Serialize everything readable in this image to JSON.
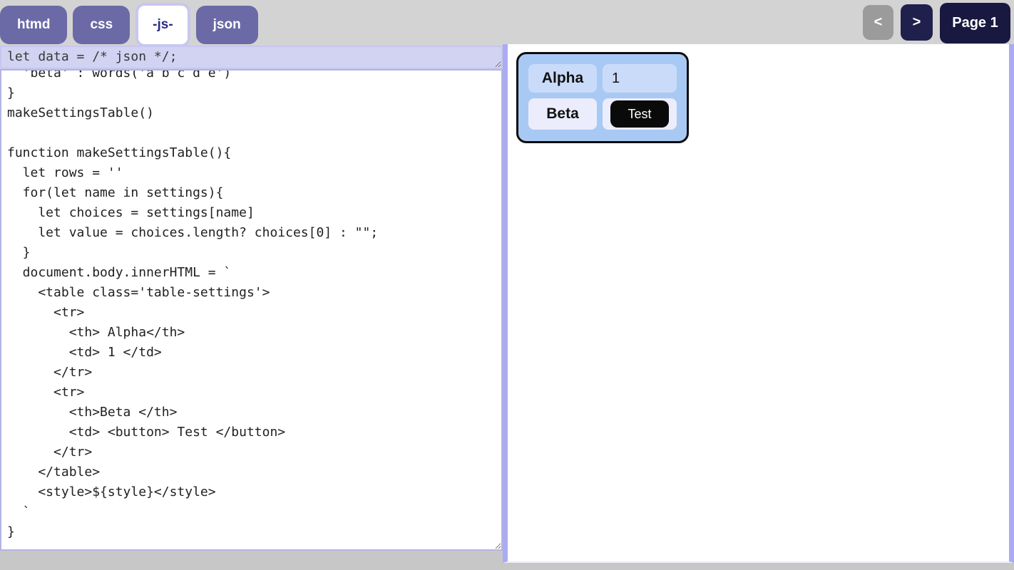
{
  "tabs": [
    {
      "label": "htmd",
      "active": false
    },
    {
      "label": "css",
      "active": false
    },
    {
      "label": "-js-",
      "active": true
    },
    {
      "label": "json",
      "active": false
    }
  ],
  "pager": {
    "prev": "<",
    "next": ">",
    "page": "Page 1"
  },
  "editor": {
    "data_line": "let data = /* json */;",
    "code_lines": [
      "  'beta' : words('a b c d e')",
      "}",
      "makeSettingsTable()",
      "",
      "function makeSettingsTable(){",
      "  let rows = ''",
      "  for(let name in settings){",
      "    let choices = settings[name]",
      "    let value = choices.length? choices[0] : \"\";",
      "  }",
      "  document.body.innerHTML = `",
      "    <table class='table-settings'>",
      "      <tr>",
      "        <th> Alpha</th>",
      "        <td> 1 </td>",
      "      </tr>",
      "      <tr>",
      "        <th>Beta </th>",
      "        <td> <button> Test </button>",
      "      </tr>",
      "    </table>",
      "    <style>${style}</style>",
      "  `",
      "}"
    ]
  },
  "preview": {
    "rows": [
      {
        "name": "Alpha",
        "value": "1",
        "kind": "text"
      },
      {
        "name": "Beta",
        "value": "Test",
        "kind": "button"
      }
    ]
  },
  "colors": {
    "tab_inactive_bg": "#6b6aa6",
    "tab_active_text": "#2b2b85",
    "tab_active_border": "#c7c7f0",
    "nav_prev_gray": "#9b9b9b",
    "nav_next_navy": "#20204d",
    "nav_page_navy": "#181840",
    "editor_data_bg": "#d2d2f2",
    "editor_border": "#b4b4e4",
    "panel_border": "#ababf3",
    "table_bg": "#a8c9f3",
    "table_border": "#0d0d0d",
    "row1_cell_bg": "#cadbf9",
    "row2_cell_bg": "#ebedfc",
    "test_button_bg": "#0a0a0a"
  }
}
